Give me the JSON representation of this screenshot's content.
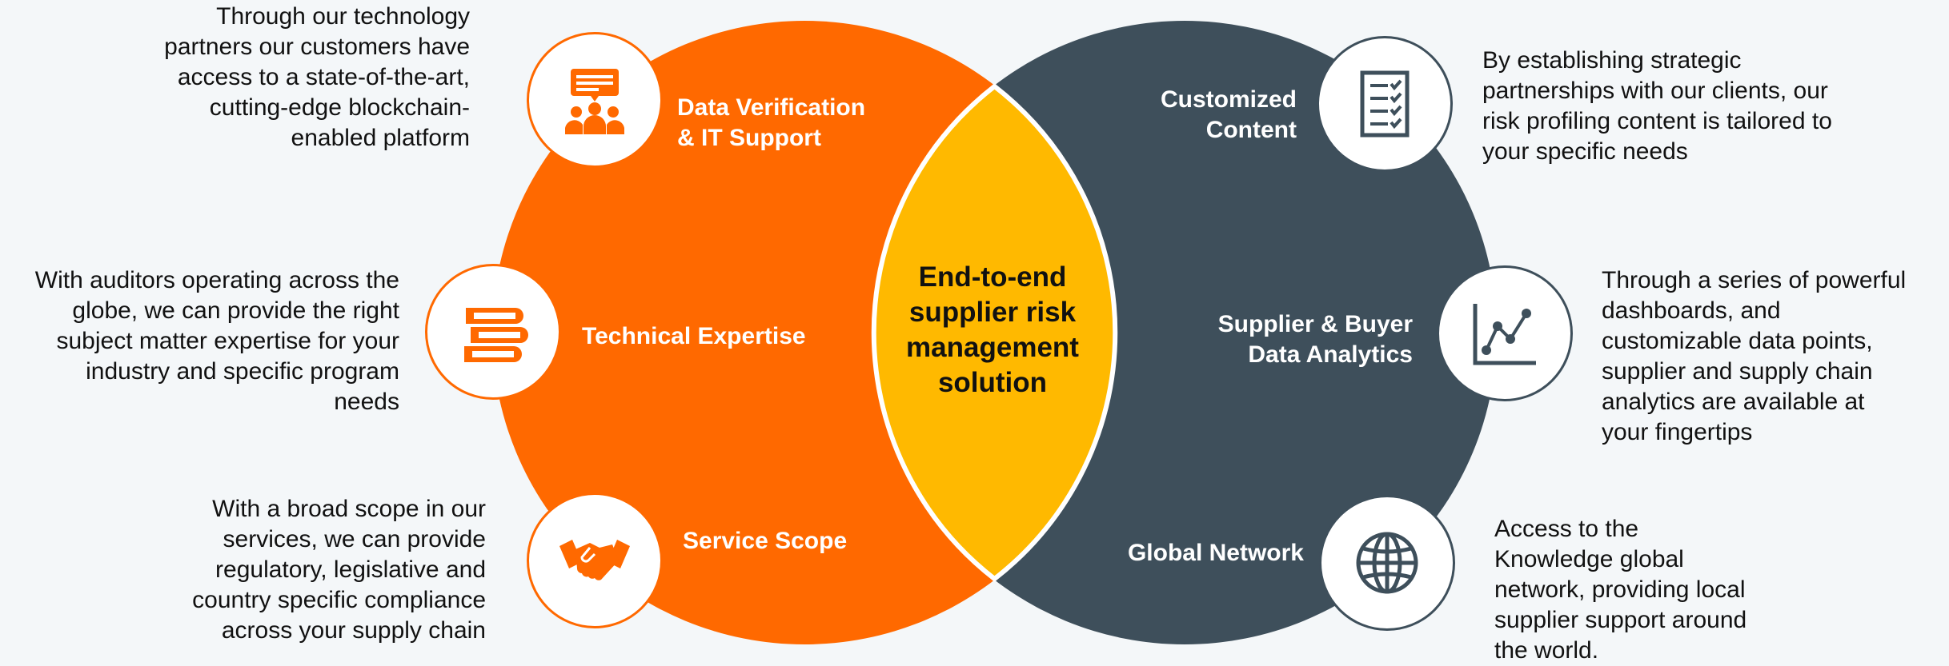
{
  "center": {
    "title": "End-to-end\nsupplier risk\nmanagement\nsolution"
  },
  "left_items": [
    {
      "label": "Data Verification\n& IT Support",
      "icon": "presentation-audience-icon",
      "description": "Through our technology\npartners our customers have\naccess to a state-of-the-art,\ncutting-edge blockchain-\nenabled platform"
    },
    {
      "label": "Technical Expertise",
      "icon": "books-icon",
      "description": "With auditors operating across the\nglobe, we can provide the right\nsubject matter expertise for your\nindustry and specific program\nneeds"
    },
    {
      "label": "Service Scope",
      "icon": "handshake-icon",
      "description": "With a broad scope in our\nservices, we can provide\nregulatory, legislative and\ncountry specific compliance\nacross your supply chain"
    }
  ],
  "right_items": [
    {
      "label": "Customized\nContent",
      "icon": "checklist-icon",
      "description": "By establishing strategic\npartnerships with our clients, our\nrisk profiling content is tailored to\nyour specific needs"
    },
    {
      "label": "Supplier & Buyer\nData Analytics",
      "icon": "line-chart-icon",
      "description": "Through a series of powerful\ndashboards, and\ncustomizable data points,\nsupplier and supply chain\nanalytics are available at\nyour fingertips"
    },
    {
      "label": "Global Network",
      "icon": "globe-icon",
      "description": "Access to the\nKnowledge global\nnetwork, providing local\nsupplier support around\nthe world."
    }
  ],
  "colors": {
    "left_circle": "#ff6900",
    "right_circle": "#3e4f5b",
    "overlap": "#ffb900",
    "background": "#f4f7f9"
  }
}
